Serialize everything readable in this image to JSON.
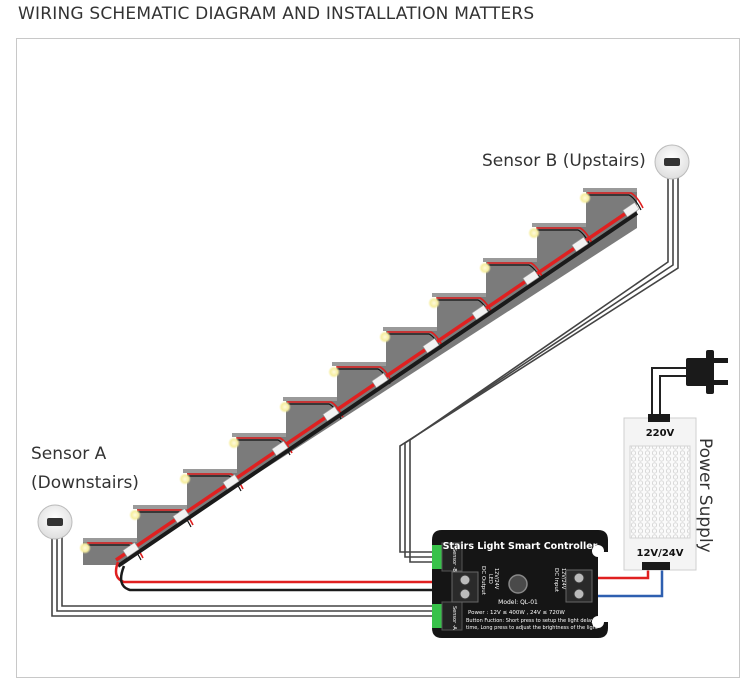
{
  "title": "WIRING SCHEMATIC DIAGRAM AND INSTALLATION MATTERS",
  "sensor_b": {
    "label": "Sensor B (Upstairs)"
  },
  "sensor_a": {
    "label_line1": "Sensor A",
    "label_line2": "(Downstairs)"
  },
  "power_supply": {
    "label": "Power Supply",
    "input_label": "220V",
    "output_label": "12V/24V"
  },
  "controller": {
    "name": "Stairs Light Smart Controller",
    "model": "Model:  QL-01",
    "power_spec": "Power :  12V ≤ 400W ,  24V ≤ 720W",
    "button_fn_line1": "Button Fuction:  Short press to setup the light delay",
    "button_fn_line2": "time, Long press to adjust the brightness of the light",
    "sensor_b_port": "Sensor -B",
    "sensor_a_port": "Sensor -A",
    "dc_output": "DC Output",
    "led_label": "LED",
    "output_voltage": "12V/24V",
    "dc_input": "DC Input",
    "input_voltage": "12V/24V"
  },
  "colors": {
    "stair": "#7b7b7b",
    "positive_wire": "#e02020",
    "negative_wire": "#1a1a1a",
    "blue_wire": "#2e5fb0",
    "led_glow": "#f6eea0",
    "controller": "#151515",
    "terminal_green": "#38c24a"
  },
  "icons": {
    "sensor": "motion-sensor-icon",
    "plug": "power-plug-icon",
    "button": "control-button-icon"
  }
}
